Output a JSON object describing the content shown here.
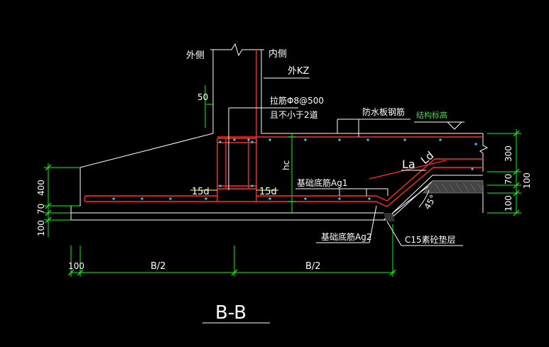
{
  "labels": {
    "outer_side": "外侧",
    "inner_side": "内侧",
    "outer_kz": "外KZ",
    "dim_50": "50",
    "tie_bar_1": "拉筋Φ8@500",
    "tie_bar_2": "且不小于2道",
    "waterproof_rebar": "防水板钢筋",
    "structure_elev": "结构标高",
    "dim_300": "300",
    "la": "La",
    "ld": "Ld",
    "hc": "hc",
    "dim_70_right": "70",
    "dim_100_right_top": "100",
    "dim_100_right_bottom": "100",
    "dim_400": "400",
    "dim_70_left": "70",
    "dim_100_left": "100",
    "anchor_15d_left": "15d",
    "anchor_15d_right": "15d",
    "base_rebar_1": "基础底筋Ag1",
    "base_rebar_2": "基础底筋Ag2",
    "angle": "45°",
    "cushion": "C15素砼垫层",
    "dim_100_bottom": "100",
    "b_half_1": "B/2",
    "b_half_2": "B/2",
    "section_title": "B-B"
  },
  "colors": {
    "background": "#000000",
    "outline": "#ffffff",
    "dimension": "#00ff00",
    "rebar": "#ff2a2a",
    "leader": "#ffff66",
    "rebar_dot": "#00ffff"
  }
}
